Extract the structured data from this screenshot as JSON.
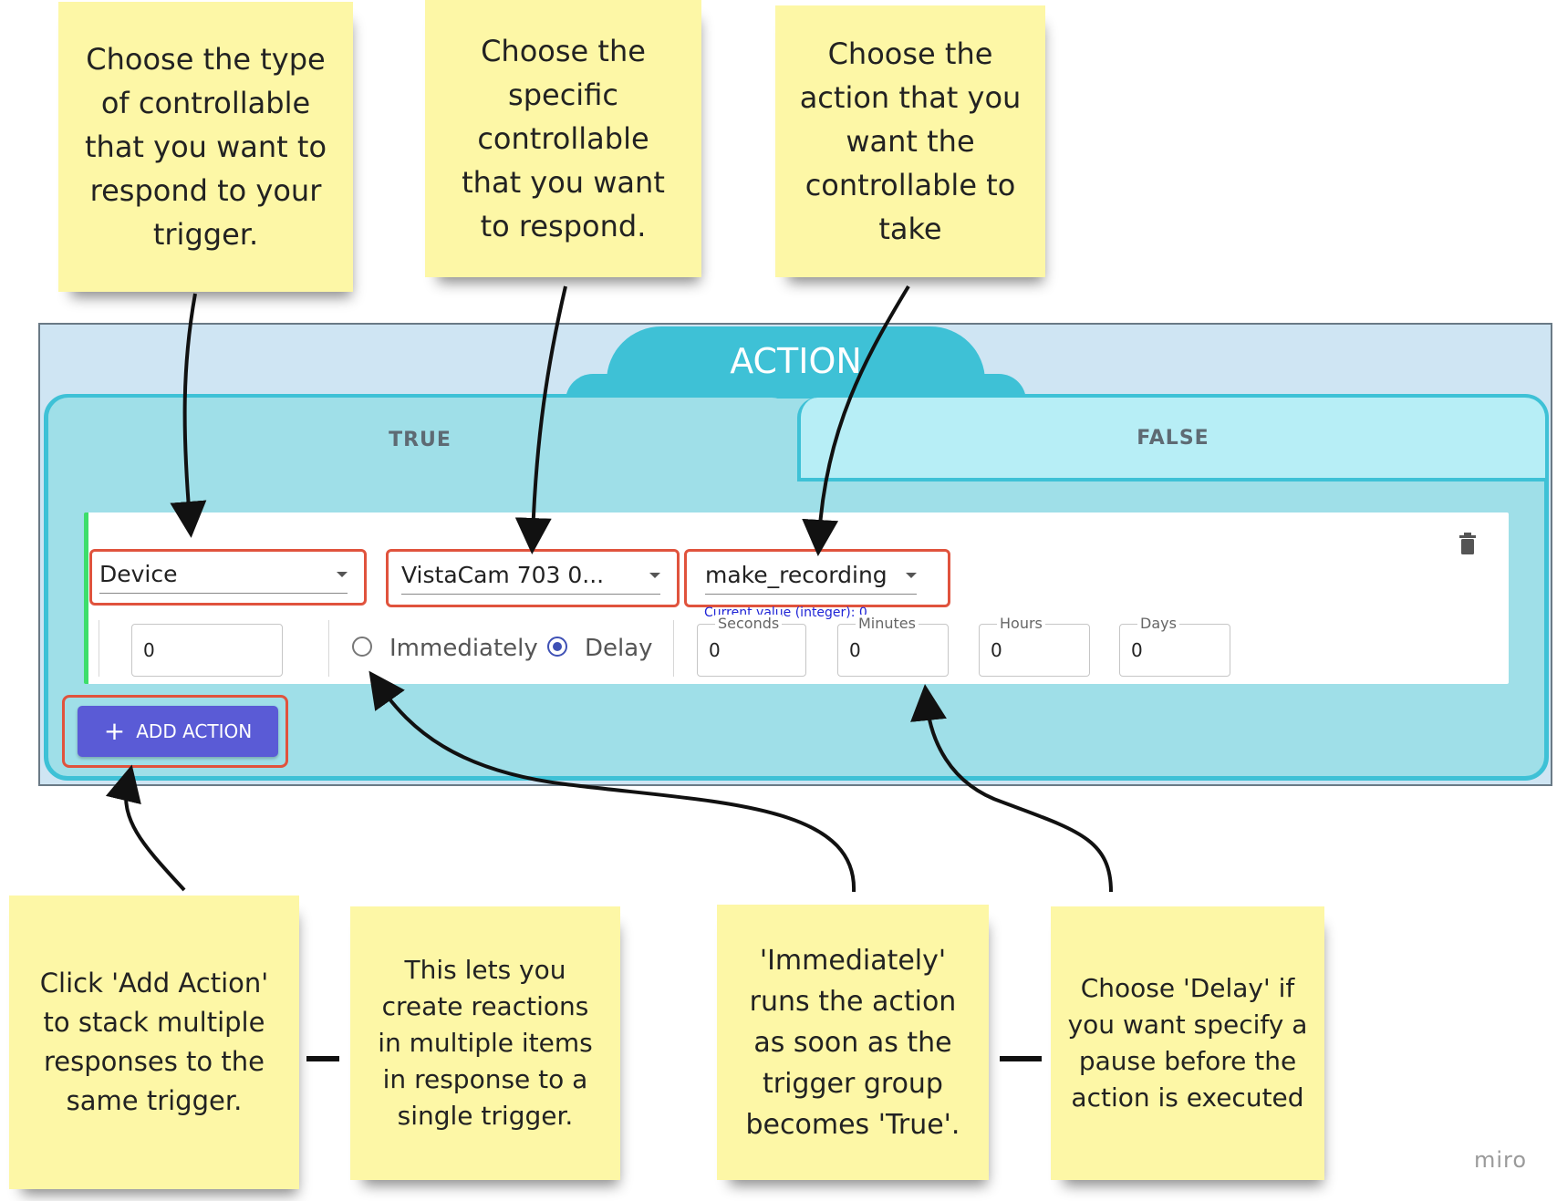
{
  "notes_top": [
    [
      "Choose the type",
      "of controllable",
      "that you want to",
      "respond to your",
      "trigger."
    ],
    [
      "Choose the",
      "specific",
      "controllable",
      "that you want",
      "to respond."
    ],
    [
      "Choose the",
      "action that you",
      "want the",
      "controllable to",
      "take"
    ]
  ],
  "notes_bottom": [
    [
      "Click 'Add Action'",
      "to stack multiple",
      "responses to the",
      "same trigger."
    ],
    [
      "This lets you",
      "create  reactions",
      "in multiple  items",
      "in response to a",
      "single trigger."
    ],
    [
      "'Immediately'",
      "runs the action",
      "as soon as the",
      "trigger group",
      "becomes 'True'."
    ],
    [
      "Choose 'Delay' if",
      "you want specify a",
      "pause before the",
      "action is executed"
    ]
  ],
  "panel": {
    "title": "ACTION",
    "tab_true": "TRUE",
    "tab_false": "FALSE",
    "type_select": "Device",
    "device_select": "VistaCam 703 0...",
    "action_select": "make_recording",
    "current_value": "Current value (integer): 0",
    "value_field": "0",
    "radio_immediately": "Immediately",
    "radio_delay": "Delay",
    "delay_selected": "Delay",
    "seconds_label": "Seconds",
    "seconds_value": "0",
    "minutes_label": "Minutes",
    "minutes_value": "0",
    "hours_label": "Hours",
    "hours_value": "0",
    "days_label": "Days",
    "days_value": "0",
    "add_action_label": "ADD ACTION",
    "add_icon": "plus-icon",
    "delete_icon": "trash-icon"
  },
  "watermark": "miro",
  "colors": {
    "sticky": "#fdf7a6",
    "accent": "#3ec1d6",
    "highlight": "#e0533d",
    "button": "#5a5bd6"
  }
}
